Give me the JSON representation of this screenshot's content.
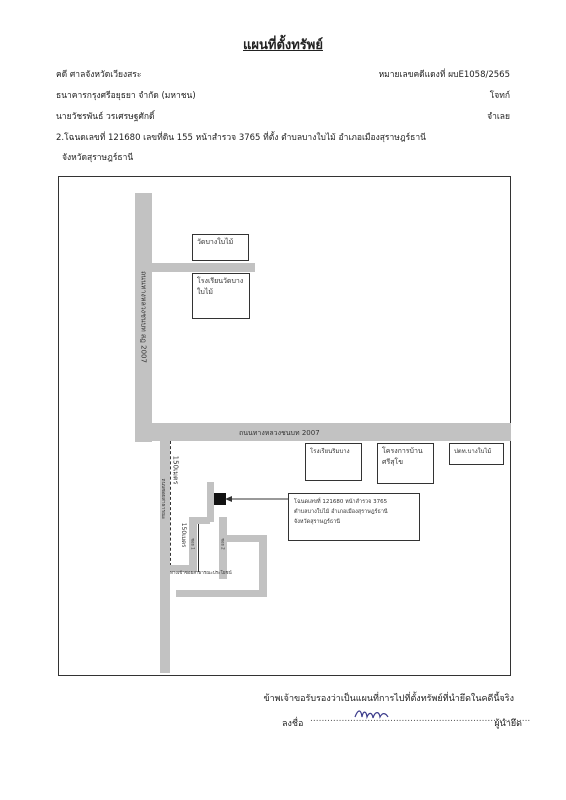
{
  "title": "แผนที่ตั้งทรัพย์",
  "header": {
    "case": "คดี ศาลจังหวัดเวียงสระ",
    "case_no": "หมายเลขคดีแดงที่ ผบE1058/2565",
    "plaintiff_name": "ธนาคารกรุงศรีอยุธยา จำกัด (มหาชน)",
    "plaintiff_role": "โจทก์",
    "defendant_name": "นายวัชรพันธ์ วรเศรษฐศักดิ์",
    "defendant_role": "จำเลย",
    "property_line1": "2.โฉนดเลขที่ 121680 เลขที่ดิน 155 หน้าสำรวจ 3765 ที่ตั้ง ตำบลบางใบไม้ อำเภอเมืองสุราษฎร์ธานี",
    "property_line2": "จังหวัดสุราษฎร์ธานี"
  },
  "map": {
    "road_vertical_label": "ถนนทางหลวงชนบท สฎ 2007",
    "road_horizontal_label": "ถนนทางหลวงชนบท 2007",
    "distance_vertical": "150เมตร",
    "side_road_vertical": "ถนนซอยสาธารณะ",
    "distance_lane": "150เมตร",
    "entrance_label": "ทางเข้าซอยสาธารณะประโยชน์",
    "lane_label_1": "ซอย 1",
    "lane_label_2": "ซอย 2",
    "places": {
      "temple": "วัดบางใบไม้",
      "temple_school": "โรงเรียนวัดบางใบไม้",
      "river_school": "โรงเรียนริมบาง",
      "project": "โครงการบ้านศรีสุโข",
      "police": "ปตท.บางใบไม้"
    },
    "callout": {
      "line1": "โฉนดเลขที่ 121680 หน้าสำรวจ 3765",
      "line2": "ตำบลบางใบไม้ อำเภอเมืองสุราษฎร์ธานี",
      "line3": "จังหวัดสุราษฎร์ธานี"
    }
  },
  "footer": {
    "certify": "ข้าพเจ้าขอรับรองว่าเป็นแผนที่การไปที่ตั้งทรัพย์ที่นำยึดในคดีนี้จริง",
    "sign_label": "ลงชื่อ",
    "sign_role": "ผู้นำยึด"
  }
}
